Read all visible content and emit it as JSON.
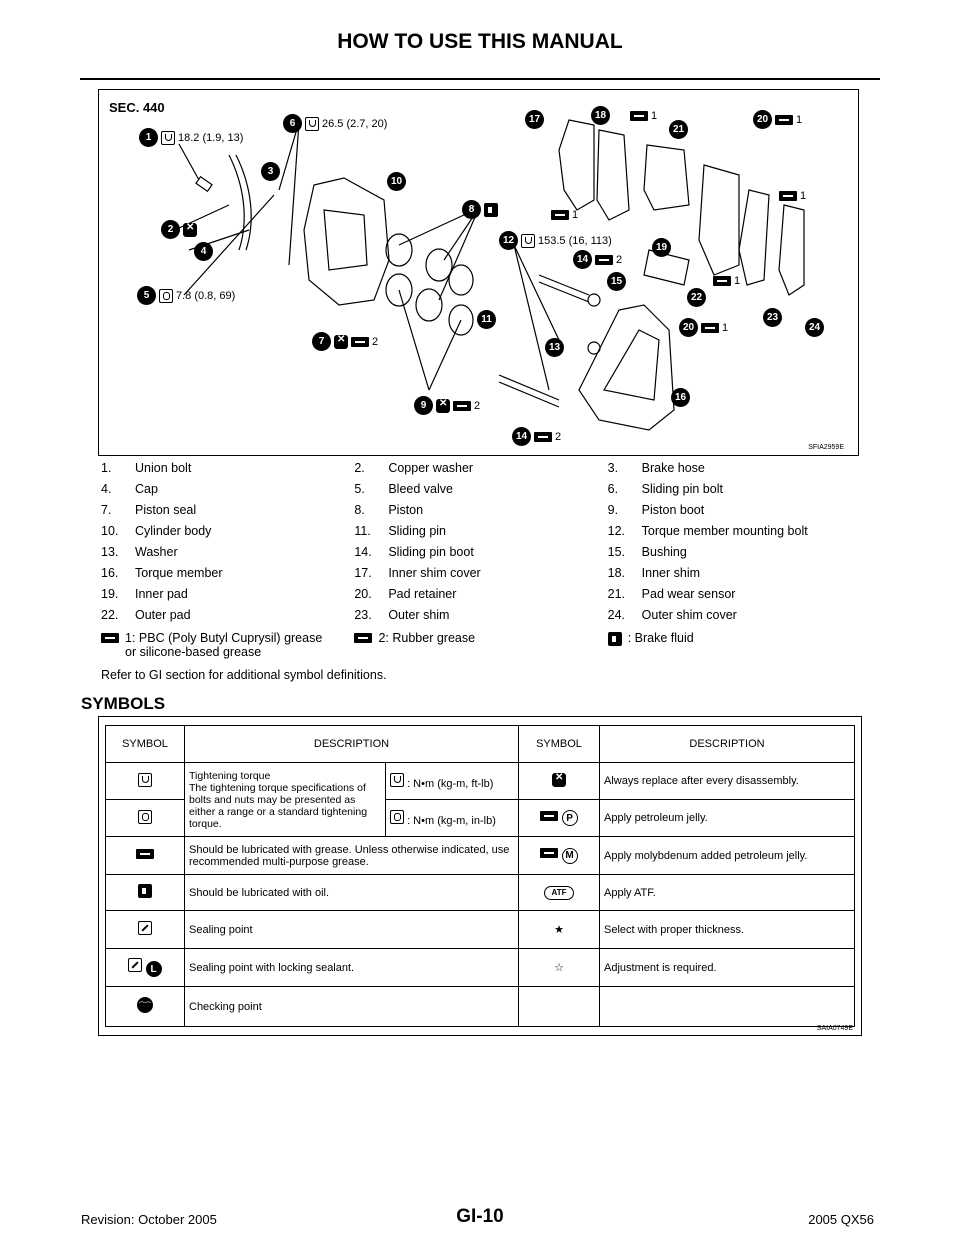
{
  "header": {
    "title": "HOW TO USE THIS MANUAL"
  },
  "figure": {
    "section": "SEC. 440",
    "code": "SFIA2959E",
    "callouts": [
      {
        "num": "1",
        "sym": "torque",
        "text": "18.2 (1.9, 13)"
      },
      {
        "num": "6",
        "sym": "torque",
        "text": "26.5 (2.7, 20)"
      },
      {
        "num": "17",
        "sym": "",
        "text": ""
      },
      {
        "num": "18",
        "sym": "grease",
        "text": "1"
      },
      {
        "num": "20",
        "sym": "grease",
        "text": "1"
      },
      {
        "num": "21",
        "sym": "",
        "text": ""
      },
      {
        "num": "3",
        "sym": "",
        "text": ""
      },
      {
        "num": "10",
        "sym": "",
        "text": ""
      },
      {
        "num": "2",
        "sym": "replace",
        "text": ""
      },
      {
        "num": "8",
        "sym": "oil",
        "text": ""
      },
      {
        "num": "12",
        "sym": "torque",
        "text": "153.5 (16, 113)"
      },
      {
        "num": "4",
        "sym": "",
        "text": ""
      },
      {
        "num": "14",
        "sym": "grease",
        "text": "2"
      },
      {
        "num": "15",
        "sym": "",
        "text": ""
      },
      {
        "num": "19",
        "sym": "",
        "text": ""
      },
      {
        "num": "5",
        "sym": "torque2",
        "text": "7.8 (0.8, 69)"
      },
      {
        "num": "22",
        "sym": "",
        "text": ""
      },
      {
        "num": "23",
        "sym": "",
        "text": ""
      },
      {
        "num": "24",
        "sym": "",
        "text": ""
      },
      {
        "num": "11",
        "sym": "",
        "text": ""
      },
      {
        "num": "20",
        "sym": "grease",
        "text": "1"
      },
      {
        "num": "7",
        "sym": "replace",
        "text": "2"
      },
      {
        "num": "13",
        "sym": "",
        "text": ""
      },
      {
        "num": "16",
        "sym": "",
        "text": ""
      },
      {
        "num": "9",
        "sym": "replace",
        "text": "2"
      },
      {
        "num": "14",
        "sym": "grease",
        "text": "2"
      }
    ],
    "grease_labels": [
      "1",
      "1",
      "1"
    ]
  },
  "legend": {
    "items": [
      [
        "1.",
        "Union bolt"
      ],
      [
        "2.",
        "Copper washer"
      ],
      [
        "3.",
        "Brake hose"
      ],
      [
        "4.",
        "Cap"
      ],
      [
        "5.",
        "Bleed valve"
      ],
      [
        "6.",
        "Sliding pin bolt"
      ],
      [
        "7.",
        "Piston seal"
      ],
      [
        "8.",
        "Piston"
      ],
      [
        "9.",
        "Piston boot"
      ],
      [
        "10.",
        "Cylinder body"
      ],
      [
        "11.",
        "Sliding pin"
      ],
      [
        "12.",
        "Torque member mounting bolt"
      ],
      [
        "13.",
        "Washer"
      ],
      [
        "14.",
        "Sliding pin boot"
      ],
      [
        "15.",
        "Bushing"
      ],
      [
        "16.",
        "Torque member"
      ],
      [
        "17.",
        "Inner shim cover"
      ],
      [
        "18.",
        "Inner shim"
      ],
      [
        "19.",
        "Inner pad"
      ],
      [
        "20.",
        "Pad retainer"
      ],
      [
        "21.",
        "Pad wear sensor"
      ],
      [
        "22.",
        "Outer pad"
      ],
      [
        "23.",
        "Outer shim"
      ],
      [
        "24.",
        "Outer shim cover"
      ]
    ],
    "symbol_notes": [
      {
        "sym": "grease",
        "text": "1: PBC (Poly Butyl Cuprysil) grease or silicone-based grease"
      },
      {
        "sym": "grease",
        "text": "2: Rubber grease"
      },
      {
        "sym": "oil",
        "text": ": Brake fluid"
      }
    ],
    "refer": "Refer to GI section for additional symbol definitions."
  },
  "symbols": {
    "title": "SYMBOLS",
    "code": "SAIA0749E",
    "headers": [
      "SYMBOL",
      "DESCRIPTION",
      "SYMBOL",
      "DESCRIPTION"
    ],
    "torque_desc": "Tightening torque\nThe tightening torque specifications of bolts and nuts may be presented as either a range or a standard tightening torque.",
    "unit1": ": N•m (kg-m, ft-lb)",
    "unit2": ": N•m (kg-m, in-lb)",
    "rows": [
      {
        "left": "Should be lubricated with grease. Unless otherwise indicated, use recommended multi-purpose grease.",
        "right_sym": "M",
        "right": "Apply molybdenum added petroleum jelly."
      },
      {
        "left": "Should be lubricated with oil.",
        "right_sym": "ATF",
        "right": "Apply ATF."
      },
      {
        "left": "Sealing point",
        "right_sym": "★",
        "right": "Select with proper thickness."
      },
      {
        "left": "Sealing point with locking sealant.",
        "right_sym": "☆",
        "right": "Adjustment is required."
      },
      {
        "left": "Checking point",
        "right_sym": "",
        "right": ""
      }
    ],
    "right_r1": "Always replace after every disassembly.",
    "right_r2_sym": "P",
    "right_r2": "Apply petroleum jelly.",
    "sealant_letter": "L"
  },
  "footer": {
    "page": "GI-10",
    "revision": "Revision: October 2005",
    "model": "2005 QX56"
  }
}
